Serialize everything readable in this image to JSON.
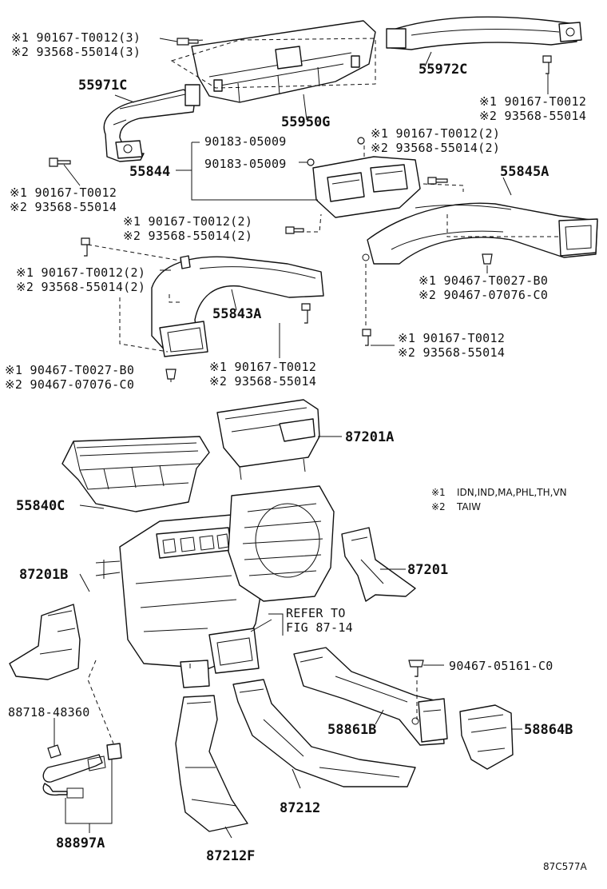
{
  "legend": {
    "items": [
      {
        "mark": "※1",
        "text": "IDN,IND,MA,PHL,TH,VN"
      },
      {
        "mark": "※2",
        "text": "TAIW"
      }
    ]
  },
  "figure_code": "87C577A",
  "labels": {
    "b1_l1": "※1 90167-T0012(3)",
    "b1_l2": "※2 93568-55014(3)",
    "p_55972C": "55972C",
    "b2_l1": "※1 90167-T0012",
    "b2_l2": "※2 93568-55014",
    "p_55971C": "55971C",
    "p_55950G": "55950G",
    "c_90183_a": "90183-05009",
    "c_90183_b": "90183-05009",
    "b3_l1": "※1 90167-T0012(2)",
    "b3_l2": "※2 93568-55014(2)",
    "p_55844": "55844",
    "p_55845A": "55845A",
    "b4_l1": "※1 90167-T0012",
    "b4_l2": "※2 93568-55014",
    "b5_l1": "※1 90167-T0012(2)",
    "b5_l2": "※2 93568-55014(2)",
    "b6_l1": "※1 90167-T0012(2)",
    "b6_l2": "※2 93568-55014(2)",
    "p_55843A": "55843A",
    "c1_l1": "※1 90467-T0027-B0",
    "c1_l2": "※2 90467-07076-C0",
    "b7_l1": "※1 90167-T0012",
    "b7_l2": "※2 93568-55014",
    "c2_l1": "※1 90467-T0027-B0",
    "c2_l2": "※2 90467-07076-C0",
    "b8_l1": "※1 90167-T0012",
    "b8_l2": "※2 93568-55014",
    "p_87201A": "87201A",
    "p_55840C": "55840C",
    "p_87201": "87201",
    "p_87201B": "87201B",
    "ref_l1": "REFER TO",
    "ref_l2": "FIG 87-14",
    "c_90467_05161": "90467-05161-C0",
    "p_88718": "88718-48360",
    "p_58861B": "58861B",
    "p_58864B": "58864B",
    "p_87212": "87212",
    "p_88897A": "88897A",
    "p_87212F": "87212F"
  }
}
